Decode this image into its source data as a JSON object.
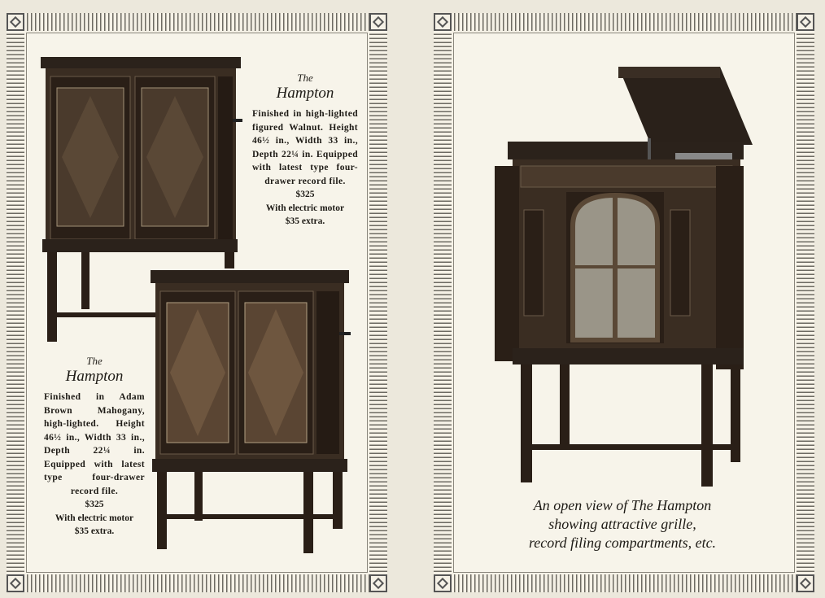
{
  "left_page": {
    "walnut": {
      "the": "The",
      "name": "Hampton",
      "description": "Finished in high-lighted figured Walnut. Height 46½ in., Width 33 in., Depth 22¼ in. Equipped with latest type four-drawer record file.",
      "price": "$325",
      "motor_note": "With electric motor",
      "motor_price": "$35 extra."
    },
    "mahogany": {
      "the": "The",
      "name": "Hampton",
      "description": "Finished in Adam Brown Mahogany, high-lighted. Height 46½ in., Width 33 in., Depth 22¼ in. Equipped with latest type four-drawer record file.",
      "price": "$325",
      "motor_note": "With electric motor",
      "motor_price": "$35 extra."
    }
  },
  "right_page": {
    "caption": [
      "An open view of The Hampton",
      "showing attractive grille,",
      "record filing compartments, etc."
    ]
  },
  "colors": {
    "paper": "#f7f4ea",
    "wood": "#2a1f17",
    "border": "#6d6a62"
  }
}
